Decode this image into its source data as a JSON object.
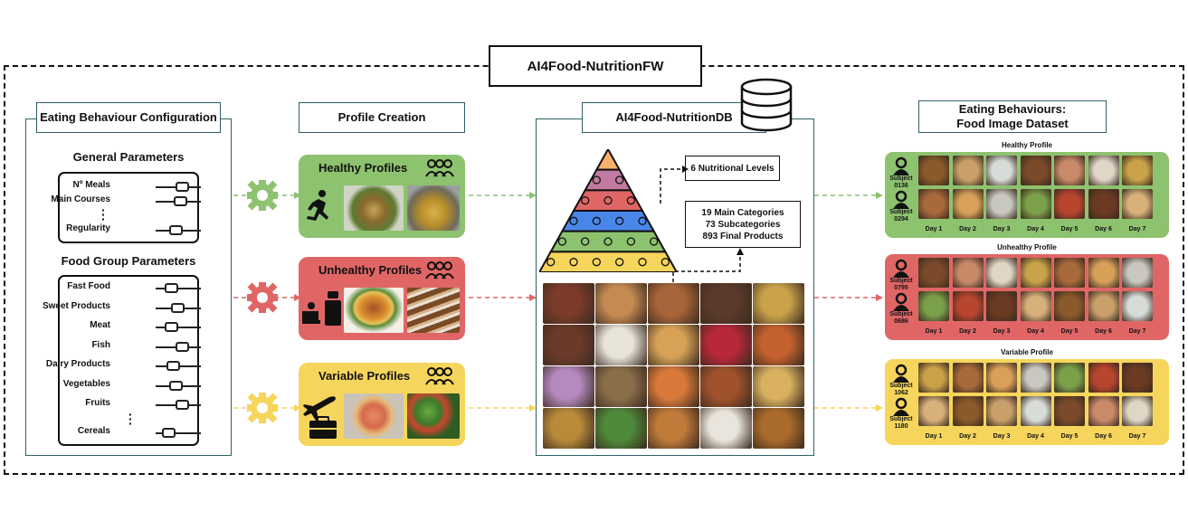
{
  "title": "AI4Food-NutritionFW",
  "config": {
    "header": "Eating Behaviour Configuration",
    "general_title": "General Parameters",
    "general_params": [
      {
        "label": "Nº Meals",
        "level": 0.6
      },
      {
        "label": "Main Courses",
        "level": 0.55
      },
      {
        "label": "Regularity",
        "level": 0.45
      }
    ],
    "food_title": "Food Group Parameters",
    "food_params": [
      {
        "label": "Fast Food",
        "level": 0.35
      },
      {
        "label": "Sweet Products",
        "level": 0.5
      },
      {
        "label": "Meat",
        "level": 0.35
      },
      {
        "label": "Fish",
        "level": 0.6
      },
      {
        "label": "Dairy Products",
        "level": 0.4
      },
      {
        "label": "Vegetables",
        "level": 0.45
      },
      {
        "label": "Fruits",
        "level": 0.6
      },
      {
        "label": "Cereals",
        "level": 0.3
      }
    ]
  },
  "profiles": {
    "header": "Profile Creation",
    "items": [
      {
        "label": "Healthy Profiles",
        "color": "#8dc26f",
        "gear": "#8dc26f"
      },
      {
        "label": "Unhealthy Profiles",
        "color": "#e06666",
        "gear": "#e06666"
      },
      {
        "label": "Variable Profiles",
        "color": "#f6d55c",
        "gear": "#f6d55c"
      }
    ]
  },
  "db": {
    "header": "AI4Food-NutritionDB",
    "levels_box": "6 Nutritional Levels",
    "categories": [
      "19 Main Categories",
      "73 Subcategories",
      "893 Final Products"
    ],
    "pyramid_colors": [
      "#f6d55c",
      "#8dc26f",
      "#4a86e8",
      "#e06666",
      "#c27ba0",
      "#f6b26b"
    ]
  },
  "behaviours": {
    "header_line1": "Eating Behaviours:",
    "header_line2": "Food Image Dataset",
    "days": [
      "Day 1",
      "Day 2",
      "Day 3",
      "Day 4",
      "Day 5",
      "Day 6",
      "Day 7"
    ],
    "groups": [
      {
        "title": "Healthy Profile",
        "color": "#8dc26f",
        "subjects": [
          {
            "word": "Subject",
            "id": "0136"
          },
          {
            "word": "Subject",
            "id": "0294"
          }
        ]
      },
      {
        "title": "Unhealthy Profile",
        "color": "#e06666",
        "subjects": [
          {
            "word": "Subject",
            "id": "0795"
          },
          {
            "word": "Subject",
            "id": "0686"
          }
        ]
      },
      {
        "title": "Variable Profile",
        "color": "#f6d55c",
        "subjects": [
          {
            "word": "Subject",
            "id": "1062"
          },
          {
            "word": "Subject",
            "id": "1180"
          }
        ]
      }
    ]
  }
}
